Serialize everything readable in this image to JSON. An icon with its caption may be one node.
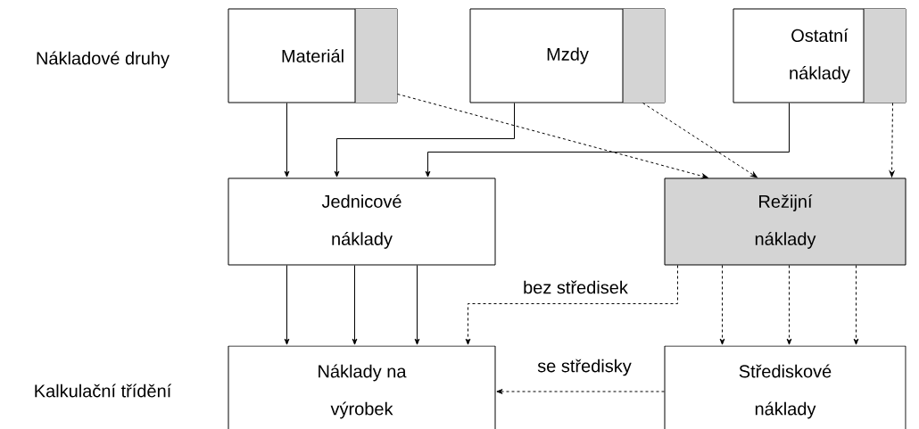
{
  "diagram": {
    "nodes": [
      {
        "text": [
          "Materiál"
        ]
      },
      {
        "text": [
          "Mzdy"
        ]
      },
      {
        "text": [
          "Ostatní náklady"
        ]
      },
      {
        "text": [
          "Jednicové náklady"
        ]
      },
      {
        "text": [
          "Režijní náklady"
        ]
      },
      {
        "text": [
          "Náklady na výrobek"
        ]
      },
      {
        "text": [
          "Střediskové náklady"
        ]
      }
    ],
    "edges": [
      {
        "from": 0,
        "to": 3,
        "arrow": "to"
      },
      {
        "from": 1,
        "to": 3,
        "arrow": "to"
      },
      {
        "from": 2,
        "to": 3,
        "arrow": "to"
      },
      {
        "from": 0,
        "to": 4,
        "arrow": "to",
        "style": "dashed"
      },
      {
        "from": 1,
        "to": 4,
        "arrow": "to",
        "style": "dashed"
      },
      {
        "from": 2,
        "to": 4,
        "arrow": "to",
        "style": "dashed"
      },
      {
        "from": 3,
        "to": 5,
        "arrow": "to"
      },
      {
        "from": 3,
        "to": 5,
        "arrow": "to"
      },
      {
        "from": 3,
        "to": 5,
        "arrow": "to"
      },
      {
        "from": 4,
        "to": 5,
        "arrow": "to",
        "style": "dashed",
        "label": "bez středisek"
      },
      {
        "from": 4,
        "to": 6,
        "arrow": "to",
        "style": "dashed"
      },
      {
        "from": 4,
        "to": 6,
        "arrow": "to",
        "style": "dashed"
      },
      {
        "from": 4,
        "to": 6,
        "arrow": "to",
        "style": "dashed"
      },
      {
        "from": 6,
        "to": 5,
        "arrow": "to",
        "style": "dashed",
        "label": "se středisky"
      }
    ],
    "labels": [
      "Nákladové druhy",
      "Kalkulační třídění"
    ]
  }
}
